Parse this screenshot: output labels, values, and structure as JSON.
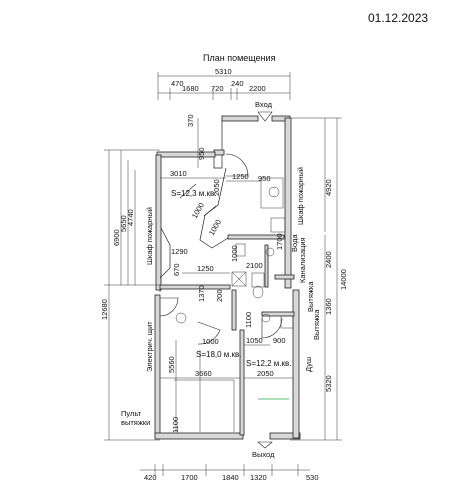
{
  "header": {
    "date": "01.12.2023",
    "title": "План помещения"
  },
  "dims_top": {
    "overall": "5310",
    "segments": [
      "470",
      "1680",
      "720",
      "240",
      "2200"
    ],
    "d370": "370",
    "d950": "950"
  },
  "dims_bottom": {
    "segments": [
      "420",
      "1700",
      "1840",
      "1320",
      "530"
    ]
  },
  "dims_left": {
    "overall": "12680",
    "d6900": "6900",
    "d5650": "5650",
    "d4740": "4740",
    "d5560": "5560",
    "d1100": "1100"
  },
  "dims_right": {
    "overall": "14000",
    "d4920": "4920",
    "d2400": "2400",
    "d1360": "1360",
    "d5320": "5320"
  },
  "dims_inner": {
    "d3010": "3010",
    "d1250a": "1250",
    "d950b": "950",
    "d2050": "2050",
    "d1000a": "1000",
    "d1000b": "1000",
    "d1290": "1290",
    "d1700": "1700",
    "d1000c": "1000",
    "d2100": "2100",
    "d1250b": "1250",
    "d670": "670",
    "d1370": "1370",
    "d200": "200",
    "d1100b": "1100",
    "d1000d": "1000",
    "d1050": "1050",
    "d900": "900",
    "d3660": "3660",
    "d2050b": "2050"
  },
  "labels": {
    "entrance": "Вход",
    "exit": "Выход",
    "fire_cabinet_right": "Шкаф пожарный",
    "fire_cabinet_left": "Шкаф пожарный",
    "water": "Вода",
    "sewage": "Канализация",
    "exhaust_top": "Вытяжка",
    "exhaust_right": "Вытяжка",
    "shower": "Душ",
    "electrical_panel": "Электрич. щит",
    "exhaust_remote_1": "Пульт",
    "exhaust_remote_2": "вытяжки"
  },
  "areas": {
    "room1": "S=12,3 м.кв.",
    "room2": "S=18,0 м.кв.",
    "room3": "S=12,2 м.кв."
  },
  "colors": {
    "walls": "#d8d8d8",
    "lines": "#222222",
    "marker": "#2aa84a"
  }
}
